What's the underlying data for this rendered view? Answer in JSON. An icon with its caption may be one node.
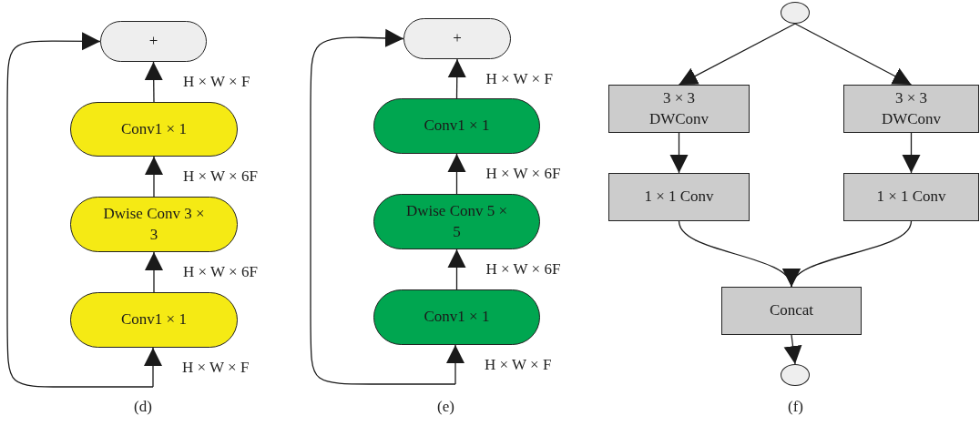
{
  "diagram": {
    "nodes": [
      {
        "text": [
          "+"
        ]
      },
      {
        "text": [
          "Conv1 × 1"
        ]
      },
      {
        "text": [
          "Dwise Conv 3 × 3"
        ]
      },
      {
        "text": [
          "Conv1 × 1"
        ]
      },
      {
        "text": [
          "+"
        ]
      },
      {
        "text": [
          "Conv1 × 1"
        ]
      },
      {
        "text": [
          "Dwise Conv 5 × 5"
        ]
      },
      {
        "text": [
          "Conv1 × 1"
        ]
      },
      {
        "text": [],
        "shape": "circle"
      },
      {
        "text": [
          "3 × 3 DWConv"
        ]
      },
      {
        "text": [
          "3 × 3 DWConv"
        ]
      },
      {
        "text": [
          "1 × 1 Conv"
        ]
      },
      {
        "text": [
          "1 × 1 Conv"
        ]
      },
      {
        "text": [
          "Concat"
        ]
      },
      {
        "text": [],
        "shape": "circle"
      }
    ],
    "edges": [
      {
        "from": null,
        "to": 3,
        "arrow": "to",
        "label": "H × W × F"
      },
      {
        "from": null,
        "to": 0,
        "arrow": "to"
      },
      {
        "from": 3,
        "to": 2,
        "arrow": "to",
        "label": "H × W × 6F"
      },
      {
        "from": 2,
        "to": 1,
        "arrow": "to",
        "label": "H × W × 6F"
      },
      {
        "from": 1,
        "to": 0,
        "arrow": "to",
        "label": "H × W × F"
      },
      {
        "from": null,
        "to": 7,
        "arrow": "to",
        "label": "H × W × F"
      },
      {
        "from": null,
        "to": 4,
        "arrow": "to"
      },
      {
        "from": 7,
        "to": 6,
        "arrow": "to",
        "label": "H × W × 6F"
      },
      {
        "from": 6,
        "to": 5,
        "arrow": "to",
        "label": "H × W × 6F"
      },
      {
        "from": 5,
        "to": 4,
        "arrow": "to",
        "label": "H × W × F"
      },
      {
        "from": 8,
        "to": 9,
        "arrow": "to"
      },
      {
        "from": 8,
        "to": 10,
        "arrow": "to"
      },
      {
        "from": 9,
        "to": 11,
        "arrow": "to"
      },
      {
        "from": 10,
        "to": 12,
        "arrow": "to"
      },
      {
        "from": 11,
        "to": 13,
        "arrow": "to"
      },
      {
        "from": 12,
        "to": 13,
        "arrow": "to"
      },
      {
        "from": 13,
        "to": 14,
        "arrow": "to"
      }
    ],
    "labels": [
      "(d)",
      "(e)",
      "(f)"
    ]
  }
}
